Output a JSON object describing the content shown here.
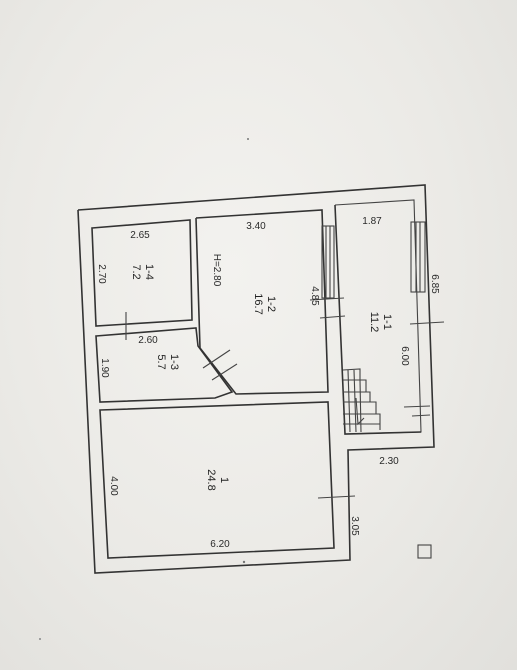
{
  "plan": {
    "rooms": [
      {
        "id": "1-1",
        "area": "11.2"
      },
      {
        "id": "1-2",
        "area": "16.7"
      },
      {
        "id": "1-3",
        "area": "5.7"
      },
      {
        "id": "1-4",
        "area": "7.2"
      },
      {
        "id": "1",
        "area": "24.8"
      }
    ],
    "height_label": "H=2.80",
    "dimensions": {
      "d265": "2.65",
      "d270": "2.70",
      "d340": "3.40",
      "d187": "1.87",
      "d685": "6.85",
      "d485": "4.85",
      "d260": "2.60",
      "d190": "1.90",
      "d600": "6.00",
      "d230": "2.30",
      "d400": "4.00",
      "d620": "6.20",
      "d305": "3.05"
    }
  }
}
